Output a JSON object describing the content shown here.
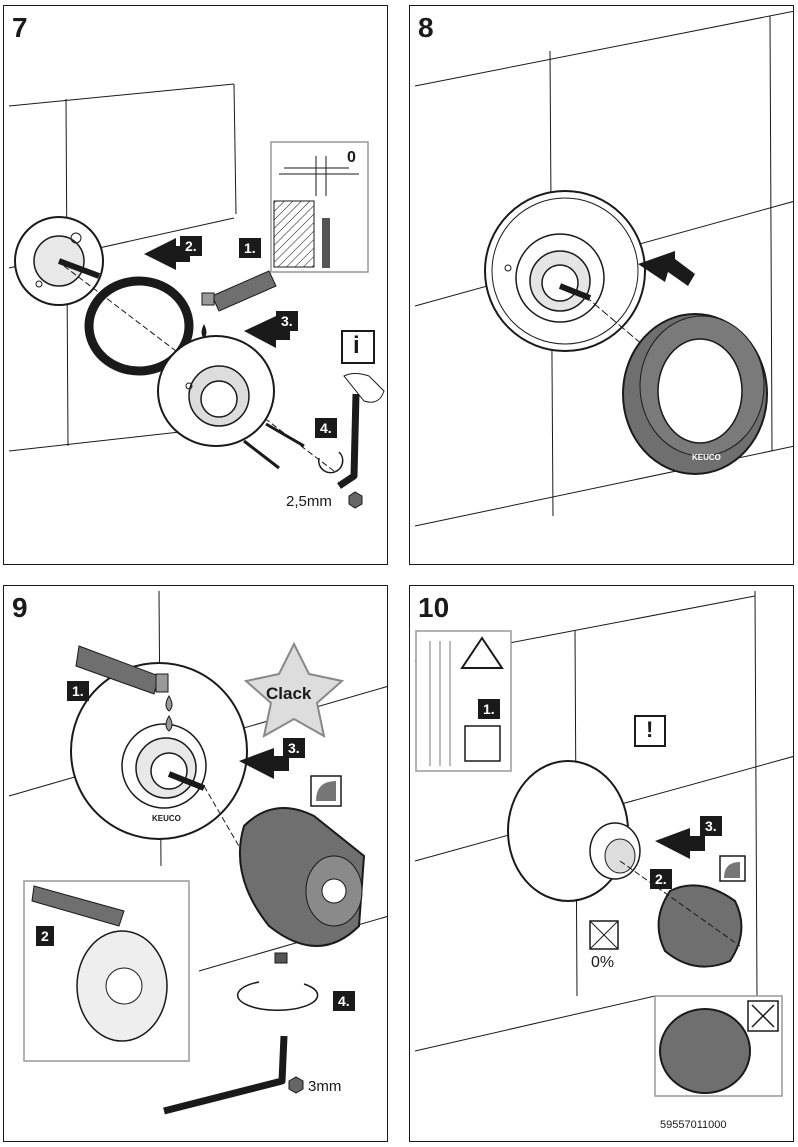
{
  "panels": [
    {
      "number": "7",
      "steps": [
        "1.",
        "2.",
        "3.",
        "4."
      ],
      "gap_value": "0",
      "tool_size": "2,5mm",
      "info": "i"
    },
    {
      "number": "8",
      "brand": "KEUCO"
    },
    {
      "number": "9",
      "steps": [
        "1.",
        "2",
        "3.",
        "4."
      ],
      "sound": "Clack",
      "tool_size": "3mm",
      "brand": "KEUCO"
    },
    {
      "number": "10",
      "steps": [
        "1.",
        "2.",
        "3."
      ],
      "warning": "!",
      "percent": "0%",
      "article_number": "59557011000"
    }
  ],
  "colors": {
    "ink": "#1a1a1a",
    "grey_part": "#6f6f6f",
    "light_grey": "#cfcfcf",
    "mid_grey": "#9a9a9a"
  }
}
